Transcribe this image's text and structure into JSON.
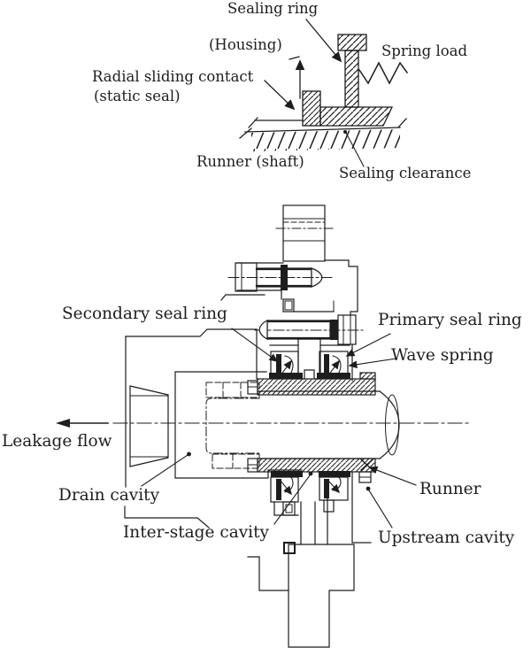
{
  "figure": {
    "description": "Two-part engineering diagram of a circumferential shaft seal",
    "colors": {
      "ink": "#1d1d1d",
      "paper": "#ffffff"
    },
    "top_diagram": {
      "labels": {
        "sealing_ring": "Sealing ring",
        "housing": "(Housing)",
        "spring_load": "Spring load",
        "radial_sliding_contact": "Radial sliding contact",
        "static_seal": "(static seal)",
        "runner_shaft": "Runner (shaft)",
        "sealing_clearance": "Sealing clearance"
      }
    },
    "bottom_diagram": {
      "labels": {
        "secondary_seal_ring": "Secondary seal ring",
        "primary_seal_ring": "Primary seal ring",
        "wave_spring": "Wave spring",
        "leakage_flow": "Leakage flow",
        "drain_cavity": "Drain cavity",
        "inter_stage_cavity": "Inter-stage cavity",
        "upstream_cavity": "Upstream cavity",
        "runner": "Runner"
      }
    }
  }
}
